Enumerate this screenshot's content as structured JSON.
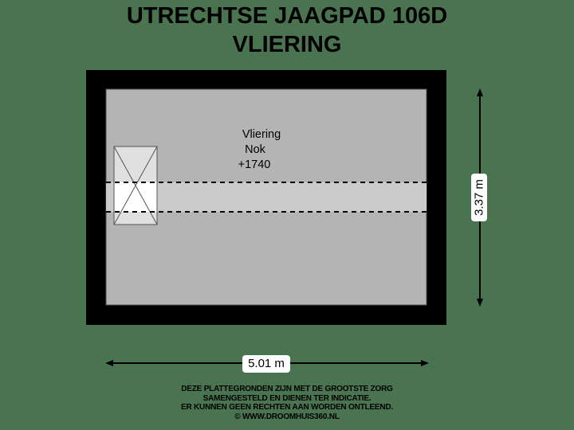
{
  "header": {
    "title_line1": "UTRECHTSE JAAGPAD 106D",
    "title_line2": "VLIERING"
  },
  "floorplan": {
    "room": {
      "name": "Vliering",
      "ridge_label": "Nok",
      "ridge_height": "+1740"
    },
    "colors": {
      "background": "#4a7350",
      "wall": "#000000",
      "floor": "#b4b4b4",
      "ridge_band": "#cbcbcb",
      "skylight": "#e0e0e0"
    }
  },
  "dimensions": {
    "width": "5.01 m",
    "depth": "3.37 m"
  },
  "disclaimer": {
    "line1": "DEZE PLATTEGRONDEN ZIJN MET DE GROOTSTE ZORG",
    "line2": "SAMENGESTELD EN DIENEN TER INDICATIE.",
    "line3": "ER KUNNEN GEEN RECHTEN AAN WORDEN ONTLEEND.",
    "line4": "© WWW.DROOMHUIS360.NL"
  }
}
